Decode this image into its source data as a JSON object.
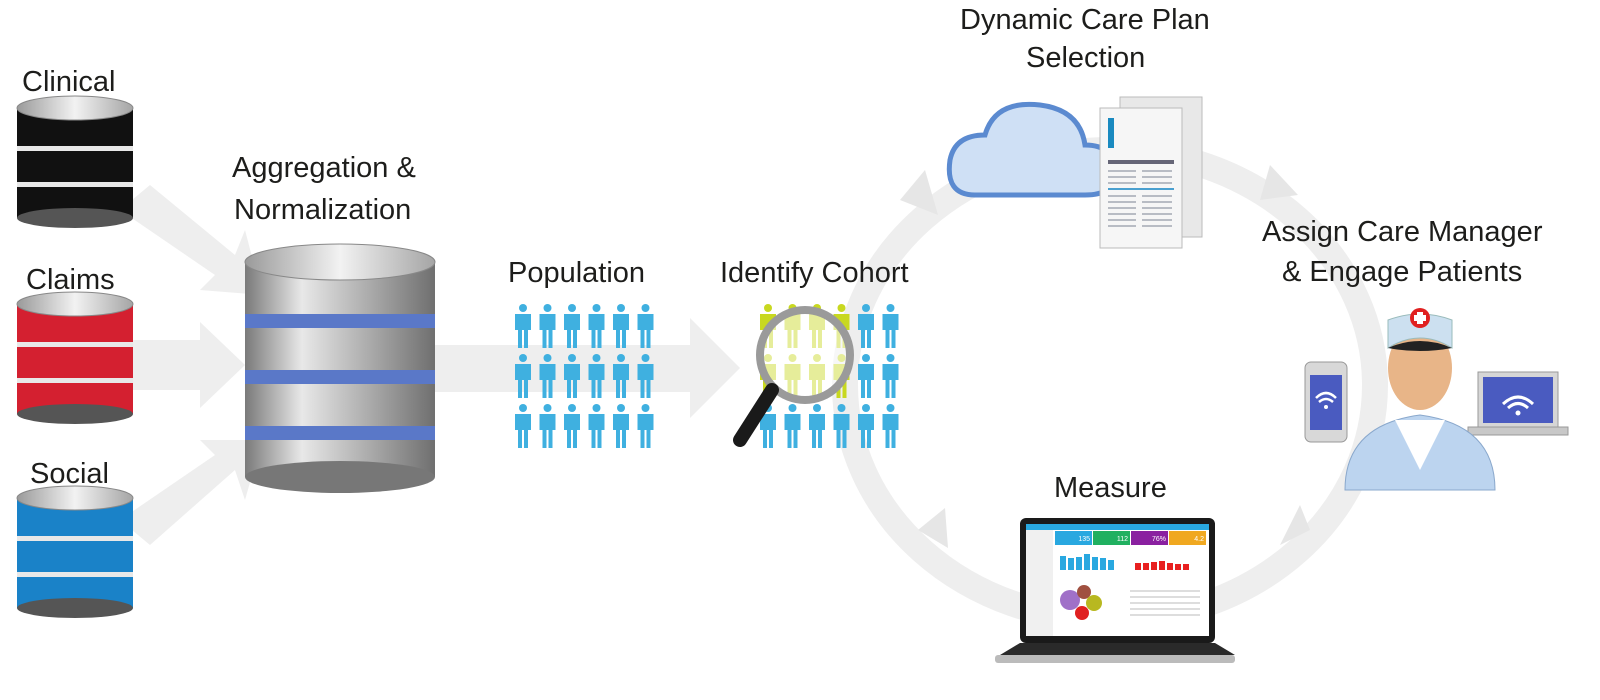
{
  "sources": [
    {
      "id": "clinical",
      "label": "Clinical",
      "color": "#111111"
    },
    {
      "id": "claims",
      "label": "Claims",
      "color": "#d42030"
    },
    {
      "id": "social",
      "label": "Social",
      "color": "#1a82c8"
    }
  ],
  "aggregation": {
    "line1": "Aggregation &",
    "line2": "Normalization",
    "band_color": "#5a78c8"
  },
  "population": {
    "label": "Population",
    "rows": 3,
    "cols": 6,
    "person_color": "#3fb0e0"
  },
  "cohort": {
    "label": "Identify Cohort",
    "highlight_color": "#c8d820"
  },
  "care_plan": {
    "line1": "Dynamic Care Plan",
    "line2": "Selection"
  },
  "care_manager": {
    "line1": "Assign Care Manager",
    "line2": "& Engage Patients"
  },
  "measure": {
    "label": "Measure",
    "dashboard": {
      "tiles": [
        {
          "value": "135",
          "color": "#29a8e0"
        },
        {
          "value": "112",
          "color": "#20b060"
        },
        {
          "value": "76%",
          "color": "#8a20a0"
        },
        {
          "value": "4.2",
          "color": "#f0a820"
        }
      ]
    }
  }
}
